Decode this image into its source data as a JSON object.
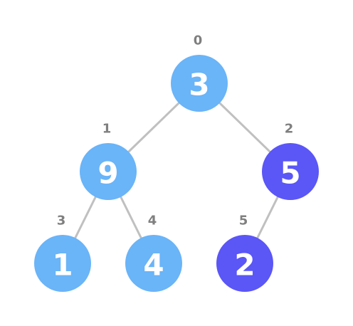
{
  "colors": {
    "node_light": "#6ab4f8",
    "node_dark": "#5b56f6",
    "edge": "#c0c0c0",
    "index_text": "#7f7f7f",
    "value_text": "#ffffff"
  },
  "tree": {
    "nodes": [
      {
        "id": "n0",
        "index": "0",
        "value": "3",
        "style": "light"
      },
      {
        "id": "n1",
        "index": "1",
        "value": "9",
        "style": "light"
      },
      {
        "id": "n2",
        "index": "2",
        "value": "5",
        "style": "dark"
      },
      {
        "id": "n3",
        "index": "3",
        "value": "1",
        "style": "light"
      },
      {
        "id": "n4",
        "index": "4",
        "value": "4",
        "style": "light"
      },
      {
        "id": "n5",
        "index": "5",
        "value": "2",
        "style": "dark"
      }
    ],
    "edges": [
      {
        "from": "n0",
        "to": "n1"
      },
      {
        "from": "n0",
        "to": "n2"
      },
      {
        "from": "n1",
        "to": "n3"
      },
      {
        "from": "n1",
        "to": "n4"
      },
      {
        "from": "n2",
        "to": "n5"
      }
    ]
  }
}
